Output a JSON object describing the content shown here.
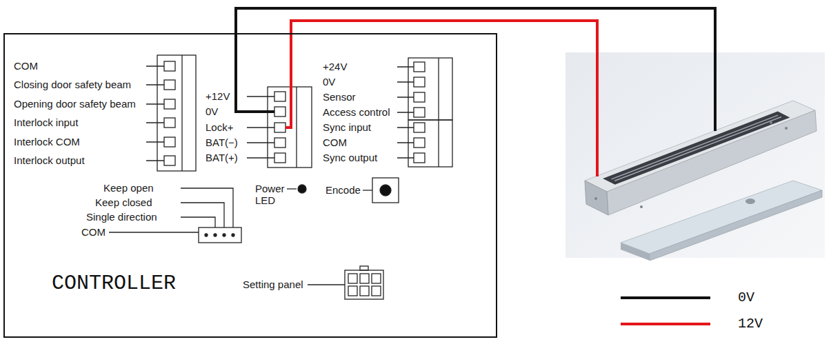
{
  "diagram": {
    "nodes": [
      {
        "text": [
          "CONTROLLER"
        ]
      }
    ],
    "labels": [
      "COM",
      "Closing door safety beam",
      "Opening door safety beam",
      "Interlock input",
      "Interlock COM",
      "Interlock output",
      "+12V",
      "0V",
      "Lock+",
      "BAT(−)",
      "BAT(+)",
      "+24V",
      "0V",
      "Sensor",
      "Access control",
      "Sync input",
      "COM",
      "Sync output",
      "Keep open",
      "Keep closed",
      "Single direction",
      "COM",
      "Power LED",
      "Encode",
      "Setting panel"
    ],
    "legend": [
      {
        "text": "0V"
      },
      {
        "text": "12V"
      }
    ]
  }
}
